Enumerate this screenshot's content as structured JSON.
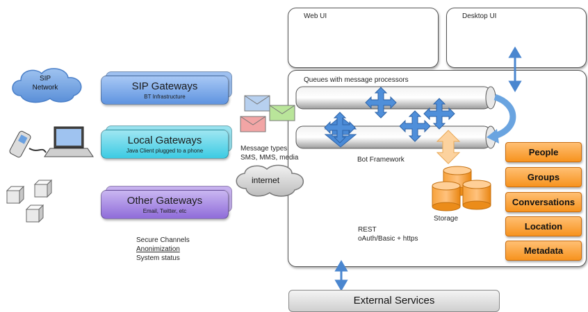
{
  "panels": {
    "web_ui": "Web UI",
    "desktop_ui": "Desktop UI",
    "queues": "Queues with message processors"
  },
  "cloud_sip": "SIP\nNetwork",
  "cloud_internet": "internet",
  "gateways": [
    {
      "title": "SIP Gateways",
      "subtitle": "BT Infrastructure"
    },
    {
      "title": "Local Gateways",
      "subtitle": "Java Client plugged to a phone"
    },
    {
      "title": "Other Gateways",
      "subtitle": "Email, Twitter, etc"
    }
  ],
  "secure": [
    "Secure Channels",
    "Anonimization",
    "System status"
  ],
  "message_types": [
    "Message types",
    "SMS, MMS, media"
  ],
  "bot_framework": "Bot Framework",
  "storage": "Storage",
  "rest": [
    "REST",
    "oAuth/Basic + https"
  ],
  "entities": [
    "People",
    "Groups",
    "Conversations",
    "Location",
    "Metadata"
  ],
  "external_services": "External Services",
  "colors": {
    "blue_gateway": "#7aa6e8",
    "cyan_gateway": "#5fd1e6",
    "purple_gateway": "#a98be0",
    "orange": "#f7931e",
    "arrow_blue": "#3b78c9"
  }
}
